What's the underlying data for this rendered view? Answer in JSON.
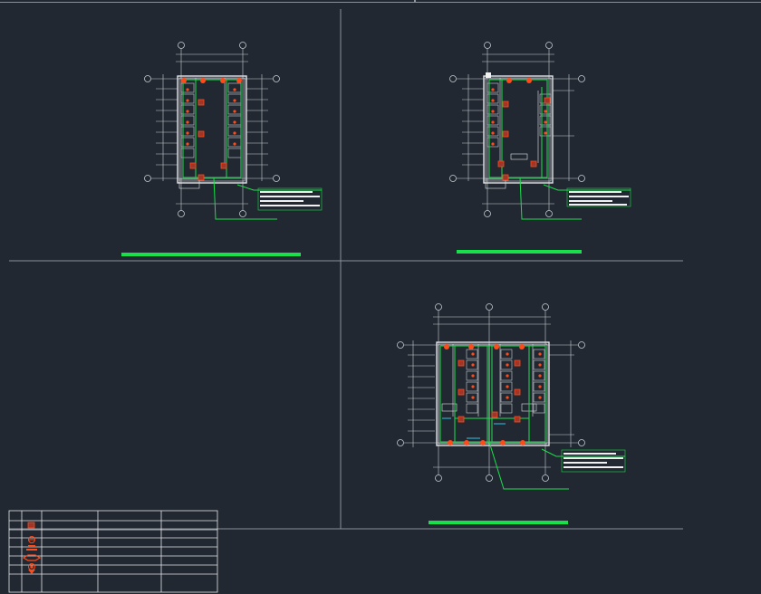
{
  "canvas": {
    "background": "#222831",
    "line_color": "#c8cdd3",
    "wire_color": "#19e04a",
    "device_color": "#ff4a1a",
    "title_bar_color": "#19e04a"
  },
  "viewports": [
    {
      "name": "viewport-top-left"
    },
    {
      "name": "viewport-top-right"
    },
    {
      "name": "viewport-bottom-right"
    }
  ],
  "legend": {
    "rows": 8,
    "symbols": [
      "square-device-icon",
      "circle-cross-icon",
      "stacked-lamp-icon",
      "double-bracket-icon",
      "circle-outlet-icon",
      "triangle-mark-icon"
    ]
  }
}
